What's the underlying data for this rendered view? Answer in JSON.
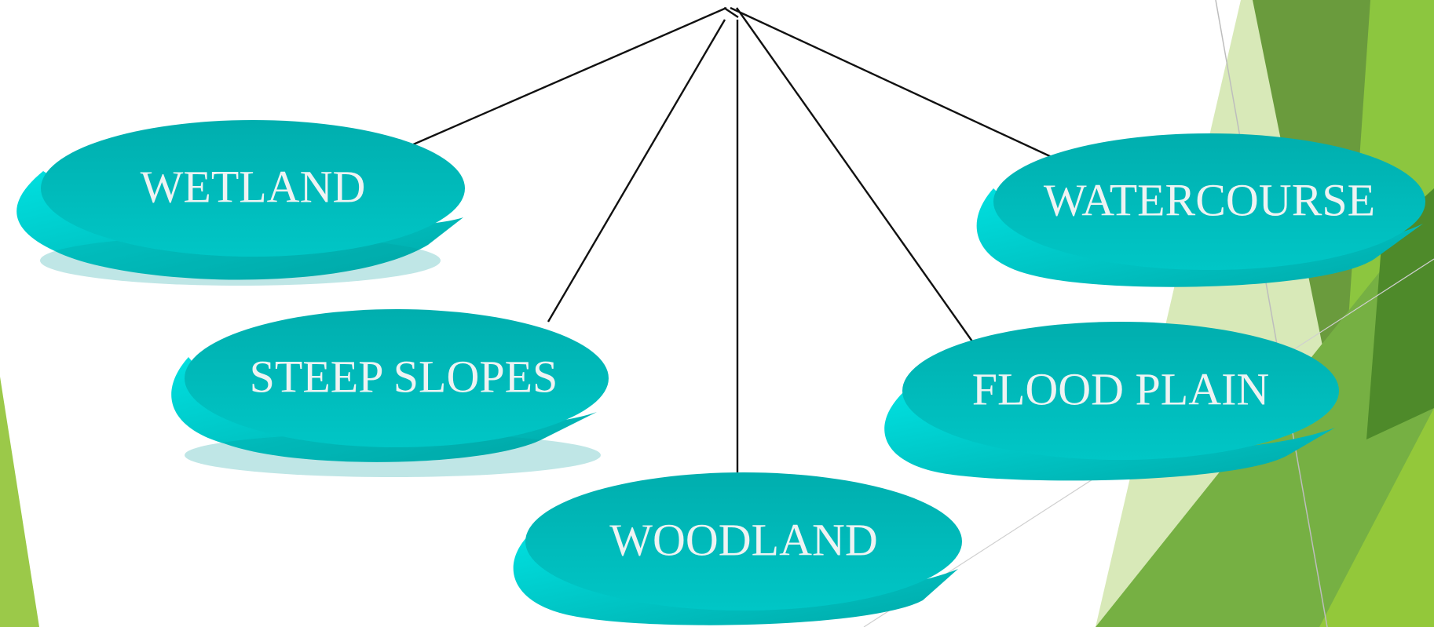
{
  "colors": {
    "node_fill": "#00bcbc",
    "node_side": "#00d2d2",
    "node_shadow": "#009b9b",
    "label_text": "#eef3f3",
    "connector": "#111111",
    "accent_green": "#8cc63f",
    "accent_dark_green": "#5e9631",
    "accent_light_green": "#d8e9b8"
  },
  "nodes": [
    {
      "id": "wetland",
      "label": "WETLAND"
    },
    {
      "id": "steep-slopes",
      "label": "STEEP SLOPES"
    },
    {
      "id": "woodland",
      "label": "WOODLAND"
    },
    {
      "id": "flood-plain",
      "label": "FLOOD PLAIN"
    },
    {
      "id": "watercourse",
      "label": "WATERCOURSE"
    }
  ]
}
